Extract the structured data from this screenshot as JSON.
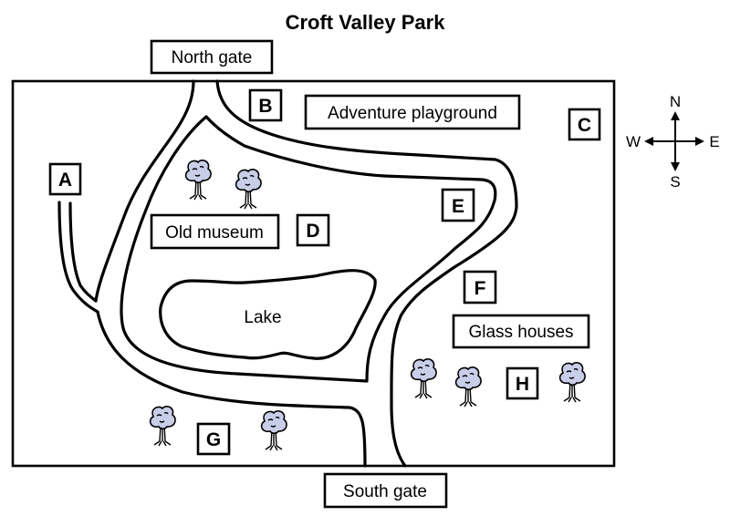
{
  "title": "Croft Valley Park",
  "places": {
    "north_gate": "North gate",
    "south_gate": "South gate",
    "adventure_playground": "Adventure playground",
    "old_museum": "Old museum",
    "lake": "Lake",
    "glass_houses": "Glass houses"
  },
  "markers": [
    "A",
    "B",
    "C",
    "D",
    "E",
    "F",
    "G",
    "H"
  ],
  "compass": {
    "n": "N",
    "s": "S",
    "e": "E",
    "w": "W"
  },
  "colors": {
    "line": "#000000",
    "tree_fill": "#c8cde8"
  }
}
